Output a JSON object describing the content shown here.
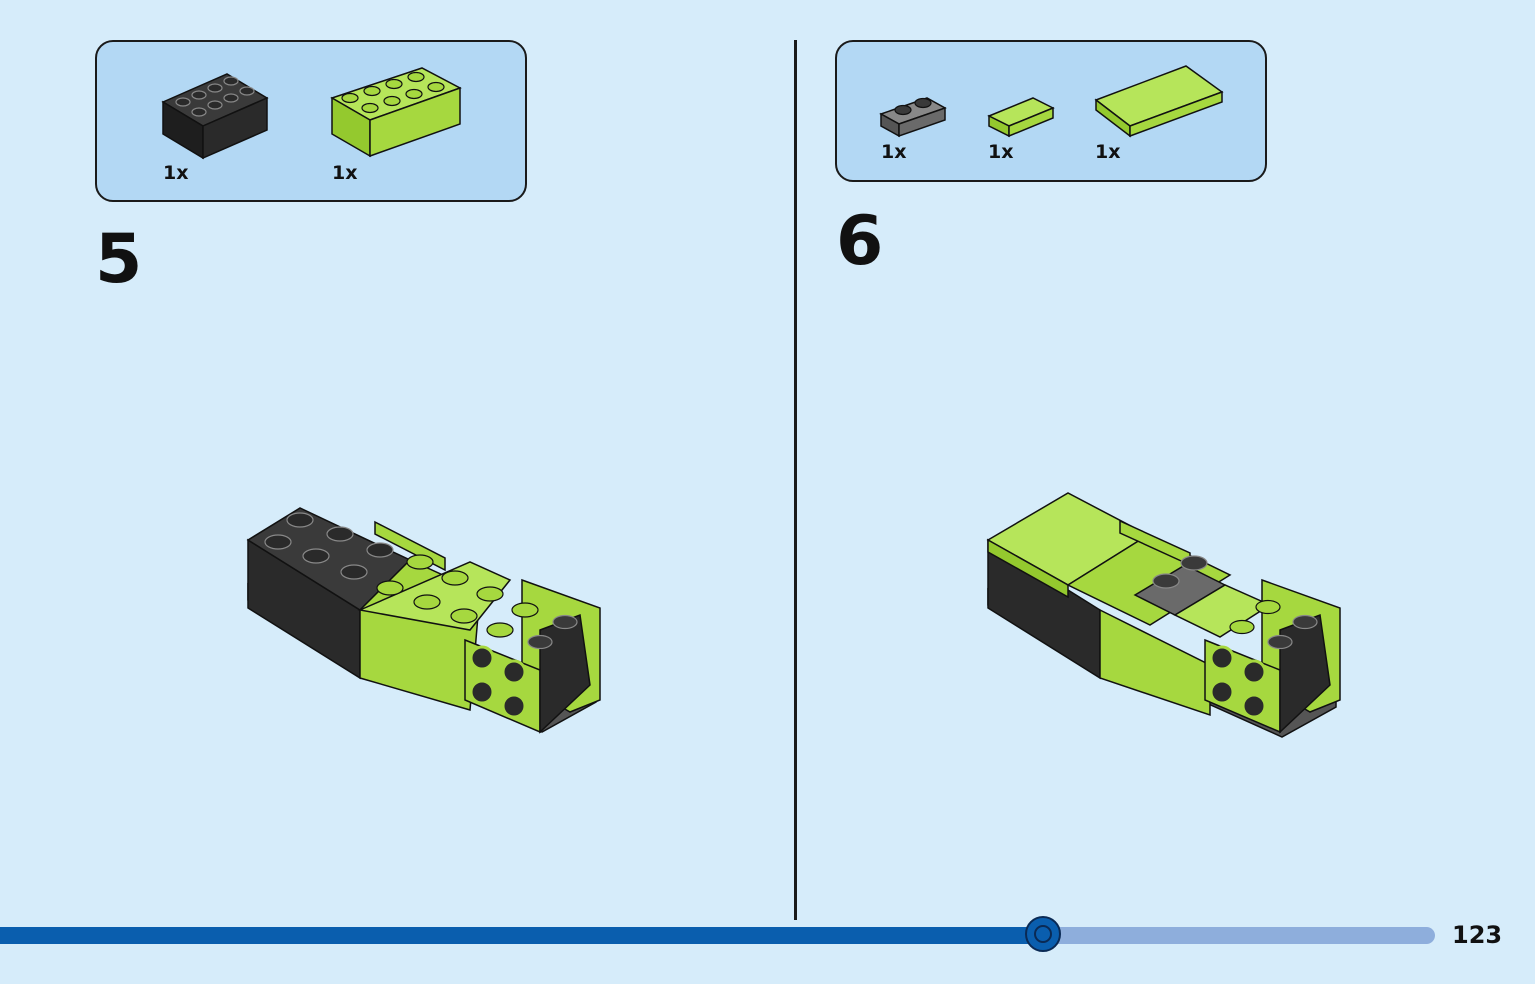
{
  "steps": [
    {
      "number": "5",
      "parts": [
        {
          "qty": "1x",
          "name": "black-brick-2x4"
        },
        {
          "qty": "1x",
          "name": "lime-brick-2x4"
        }
      ]
    },
    {
      "number": "6",
      "parts": [
        {
          "qty": "1x",
          "name": "dark-gray-plate-1x2"
        },
        {
          "qty": "1x",
          "name": "lime-tile-1x2"
        },
        {
          "qty": "1x",
          "name": "lime-tile-2x6"
        }
      ]
    }
  ],
  "progress": {
    "fraction": 0.727
  },
  "page_number": "123",
  "colors": {
    "background": "#d6ecfa",
    "parts_box": "#b3d8f4",
    "lime": "#a6d83f",
    "black": "#2a2a2a",
    "dark_gray": "#6a6a6a",
    "progress_fill": "#0a5eae",
    "progress_track": "#8eaedc"
  }
}
